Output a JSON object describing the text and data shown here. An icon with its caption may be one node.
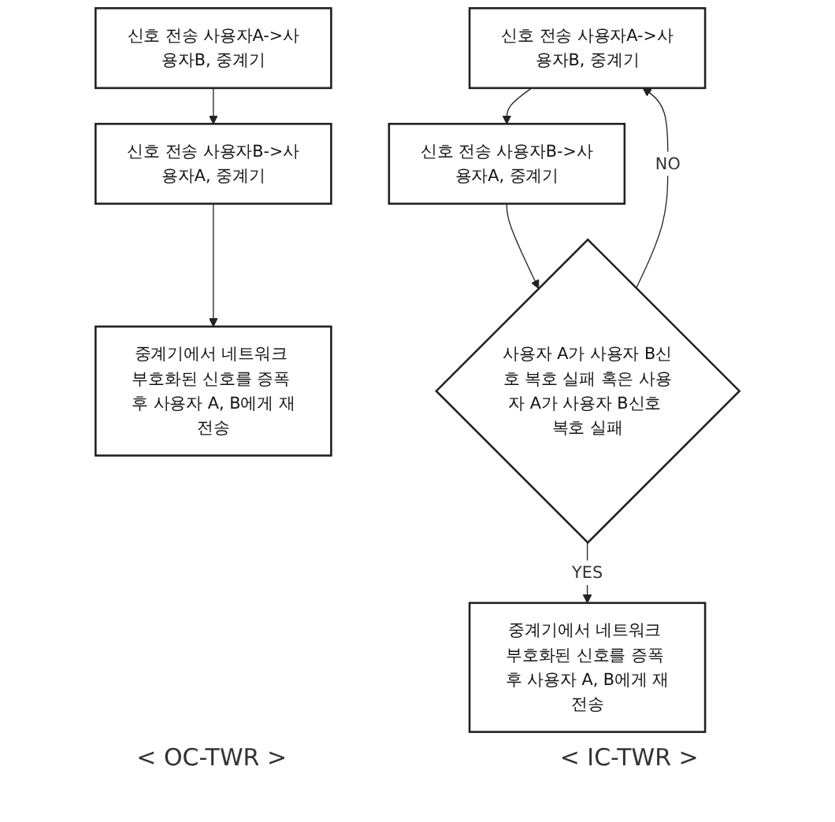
{
  "diagram": {
    "nodes": [
      {
        "text": [
          "신호 전송 사용자A->사용자B, 중계기"
        ]
      },
      {
        "text": [
          "신호 전송 사용자B->사용자A, 중계기"
        ]
      },
      {
        "text": [
          "중계기에서 네트워크 부호화된 신호를 증폭 후 사용자 A, B에게 재전송"
        ]
      },
      {
        "text": [
          "신호 전송 사용자A->사용자B, 중계기"
        ]
      },
      {
        "text": [
          "신호 전송 사용자B->사용자A, 중계기"
        ]
      },
      {
        "text": [
          "사용자 A가 사용자 B신호 복호 실패 혹은 사용자 A가 사용자 B신호 복호 실패"
        ]
      },
      {
        "text": [
          "중계기에서 네트워크 부호화된 신호를 증폭 후 사용자 A, B에게 재전송"
        ]
      }
    ],
    "edges": [
      {
        "from": 0,
        "to": 1,
        "arrow": "to"
      },
      {
        "from": 1,
        "to": 2,
        "arrow": "to"
      },
      {
        "from": 3,
        "to": 4,
        "arrow": "to"
      },
      {
        "from": 4,
        "to": 5,
        "arrow": "to"
      },
      {
        "from": 5,
        "to": 3,
        "arrow": "to",
        "label": "NO"
      },
      {
        "from": 5,
        "to": 6,
        "arrow": "to",
        "label": "YES"
      }
    ],
    "labels": [
      "< OC-TWR >",
      "< IC-TWR >"
    ]
  }
}
